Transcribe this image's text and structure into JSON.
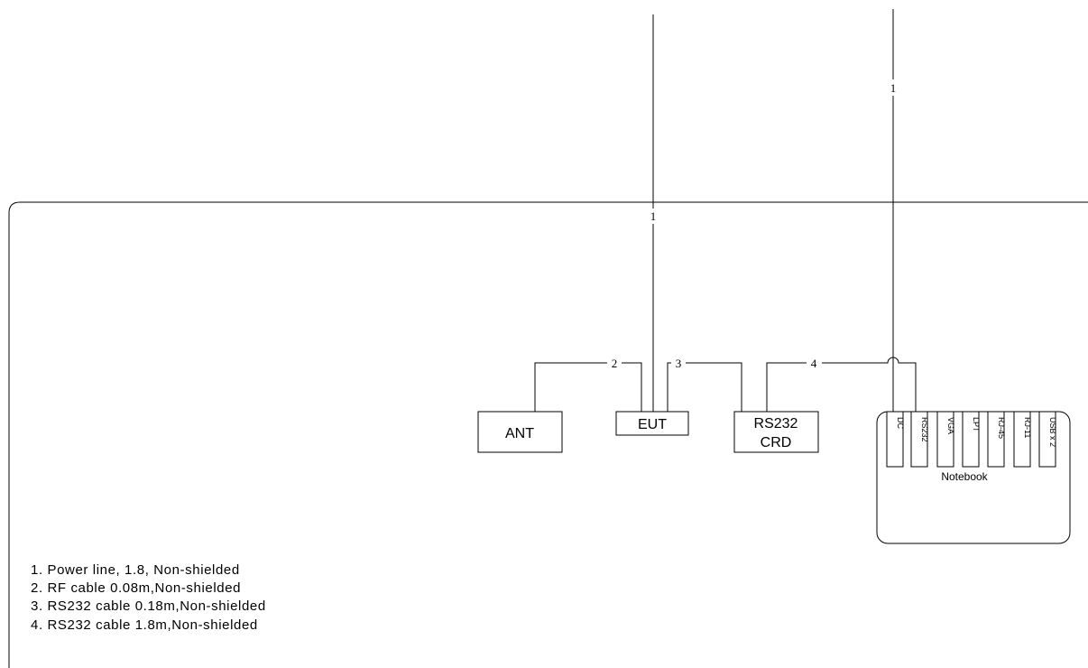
{
  "devices": {
    "ant": "ANT",
    "eut": "EUT",
    "crd_line1": "RS232",
    "crd_line2": "CRD",
    "notebook": "Notebook"
  },
  "notebook_ports": [
    "DC",
    "RS232",
    "VGA",
    "LPT",
    "RJ-45",
    "RJ-11",
    "USB x 2"
  ],
  "cable_labels": {
    "eut_power": "1",
    "notebook_power": "1",
    "rf_cable": "2",
    "rs232_short": "3",
    "rs232_long": "4"
  },
  "legend": [
    "1. Power line, 1.8, Non-shielded",
    "2. RF cable 0.08m,Non-shielded",
    "3. RS232  cable 0.18m,Non-shielded",
    "4. RS232 cable 1.8m,Non-shielded"
  ]
}
